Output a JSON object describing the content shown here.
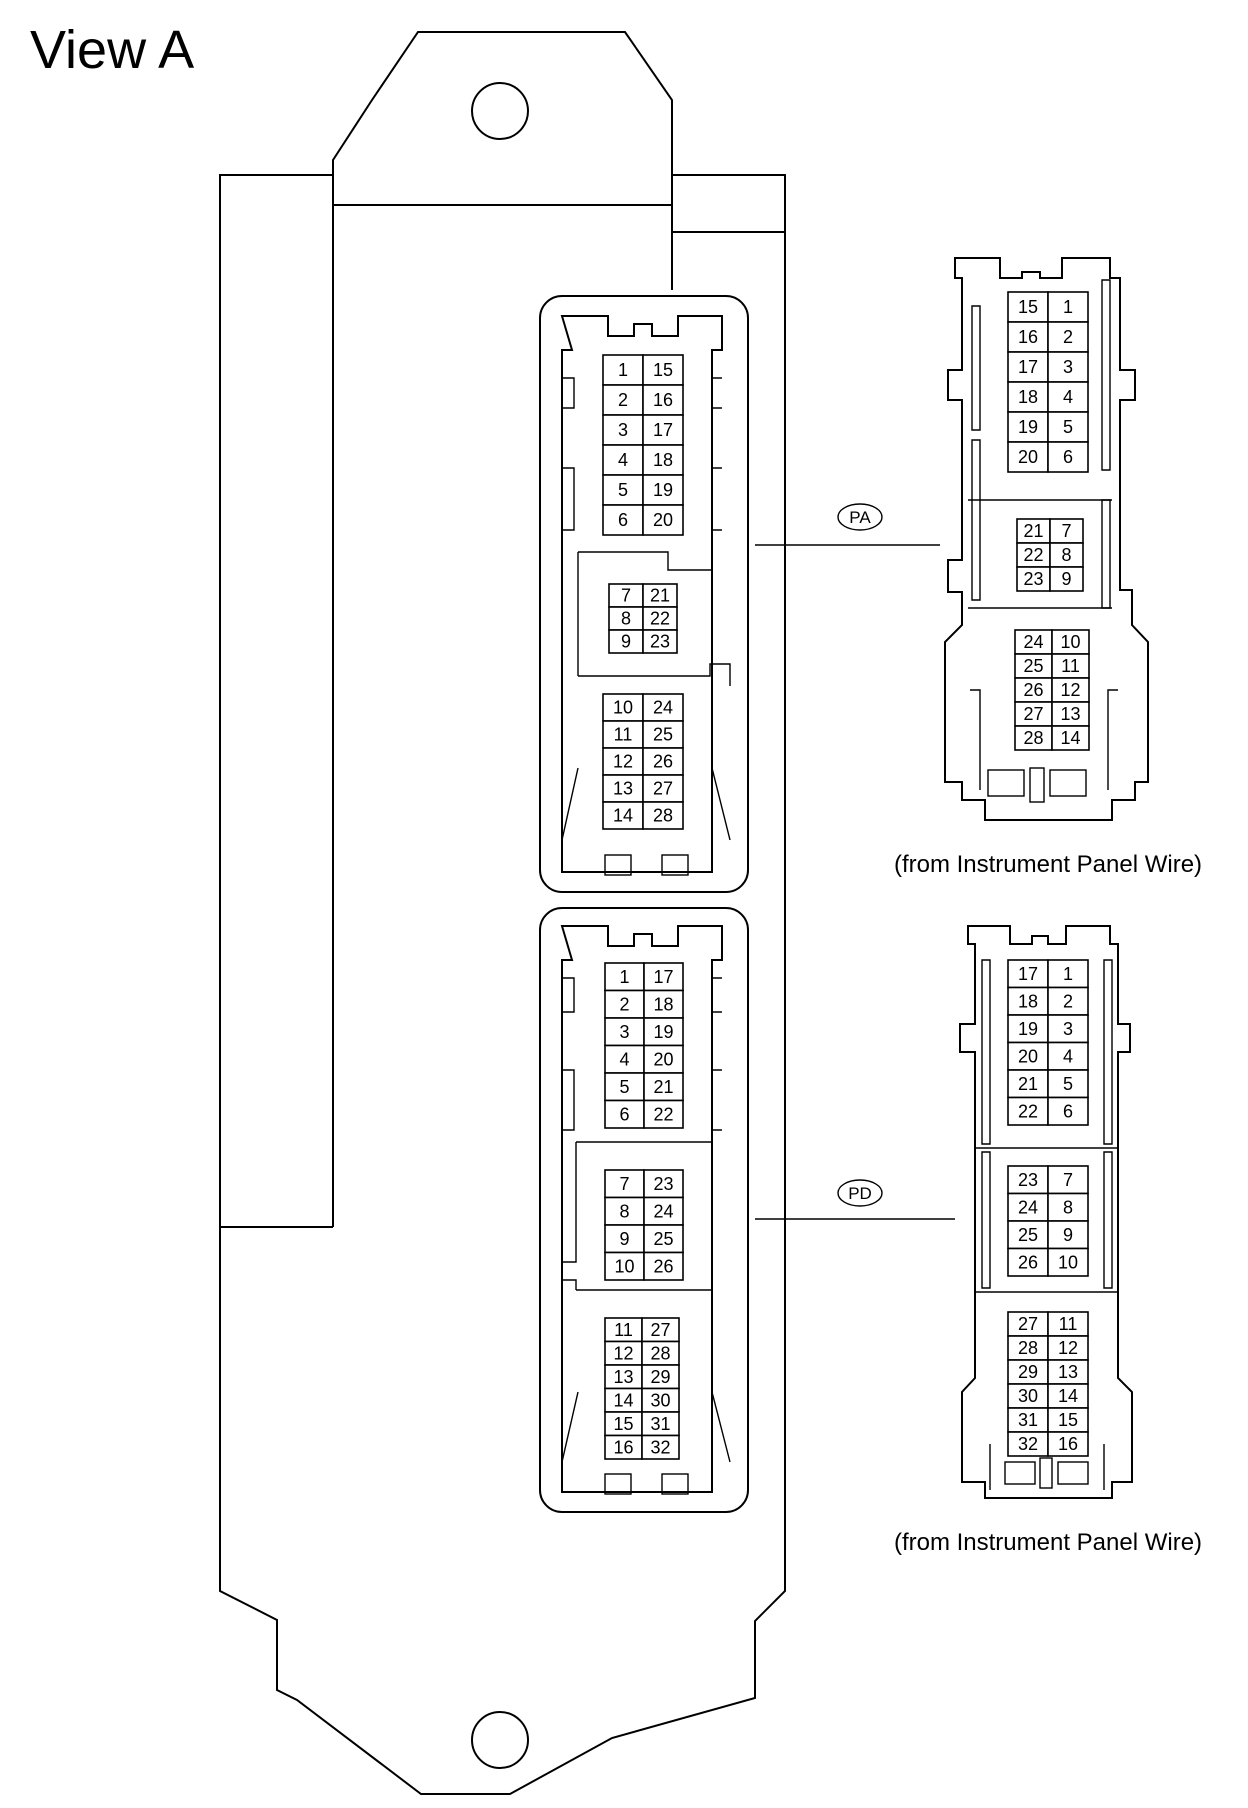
{
  "title": "View A",
  "connectors": {
    "pa": {
      "tag": "PA",
      "caption": "(from Instrument Panel Wire)",
      "ecu_side": {
        "top": [
          [
            "1",
            "15"
          ],
          [
            "2",
            "16"
          ],
          [
            "3",
            "17"
          ],
          [
            "4",
            "18"
          ],
          [
            "5",
            "19"
          ],
          [
            "6",
            "20"
          ]
        ],
        "mid": [
          [
            "7",
            "21"
          ],
          [
            "8",
            "22"
          ],
          [
            "9",
            "23"
          ]
        ],
        "bot": [
          [
            "10",
            "24"
          ],
          [
            "11",
            "25"
          ],
          [
            "12",
            "26"
          ],
          [
            "13",
            "27"
          ],
          [
            "14",
            "28"
          ]
        ]
      },
      "harness_side": {
        "top": [
          [
            "15",
            "1"
          ],
          [
            "16",
            "2"
          ],
          [
            "17",
            "3"
          ],
          [
            "18",
            "4"
          ],
          [
            "19",
            "5"
          ],
          [
            "20",
            "6"
          ]
        ],
        "mid": [
          [
            "21",
            "7"
          ],
          [
            "22",
            "8"
          ],
          [
            "23",
            "9"
          ]
        ],
        "bot": [
          [
            "24",
            "10"
          ],
          [
            "25",
            "11"
          ],
          [
            "26",
            "12"
          ],
          [
            "27",
            "13"
          ],
          [
            "28",
            "14"
          ]
        ]
      }
    },
    "pd": {
      "tag": "PD",
      "caption": "(from Instrument Panel Wire)",
      "ecu_side": {
        "top": [
          [
            "1",
            "17"
          ],
          [
            "2",
            "18"
          ],
          [
            "3",
            "19"
          ],
          [
            "4",
            "20"
          ],
          [
            "5",
            "21"
          ],
          [
            "6",
            "22"
          ]
        ],
        "mid": [
          [
            "7",
            "23"
          ],
          [
            "8",
            "24"
          ],
          [
            "9",
            "25"
          ],
          [
            "10",
            "26"
          ]
        ],
        "bot": [
          [
            "11",
            "27"
          ],
          [
            "12",
            "28"
          ],
          [
            "13",
            "29"
          ],
          [
            "14",
            "30"
          ],
          [
            "15",
            "31"
          ],
          [
            "16",
            "32"
          ]
        ]
      },
      "harness_side": {
        "top": [
          [
            "17",
            "1"
          ],
          [
            "18",
            "2"
          ],
          [
            "19",
            "3"
          ],
          [
            "20",
            "4"
          ],
          [
            "21",
            "5"
          ],
          [
            "22",
            "6"
          ]
        ],
        "mid": [
          [
            "23",
            "7"
          ],
          [
            "24",
            "8"
          ],
          [
            "25",
            "9"
          ],
          [
            "26",
            "10"
          ]
        ],
        "bot": [
          [
            "27",
            "11"
          ],
          [
            "28",
            "12"
          ],
          [
            "29",
            "13"
          ],
          [
            "30",
            "14"
          ],
          [
            "31",
            "15"
          ],
          [
            "32",
            "16"
          ]
        ]
      }
    }
  }
}
